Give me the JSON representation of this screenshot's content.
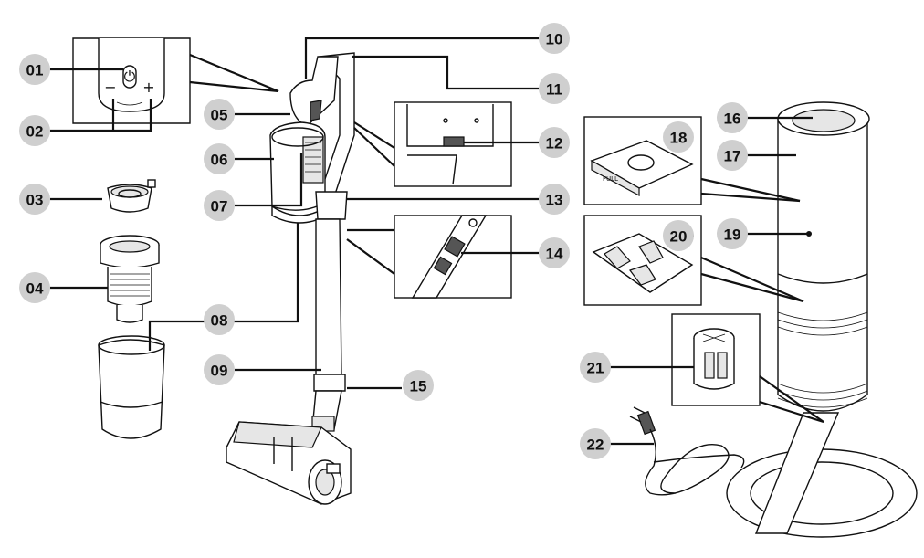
{
  "diagram": {
    "callouts": [
      "01",
      "02",
      "03",
      "04",
      "05",
      "06",
      "07",
      "08",
      "09",
      "10",
      "11",
      "12",
      "13",
      "14",
      "15",
      "16",
      "17",
      "18",
      "19",
      "20",
      "21",
      "22"
    ],
    "control_symbols": {
      "minus": "−",
      "power": "⏻",
      "plus": "+"
    },
    "dust_bag_label": "FULL"
  }
}
